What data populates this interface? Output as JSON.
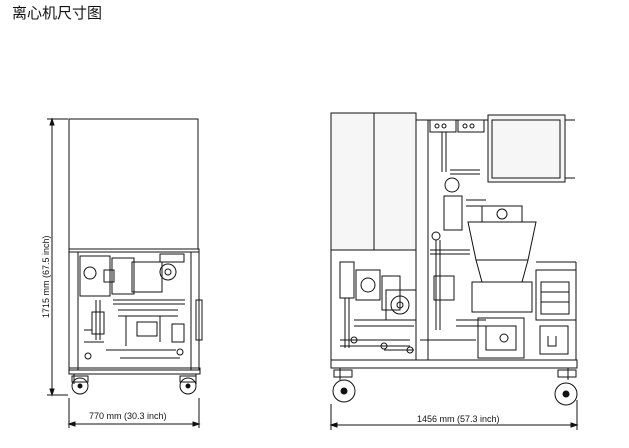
{
  "title": "离心机尺寸图",
  "dimensions": {
    "height_label": "1715 mm (67.5 inch)",
    "depth_label": "770 mm (30.3 inch)",
    "width_label": "1456 mm (57.3 inch)"
  },
  "colors": {
    "line": "#111111",
    "background": "#ffffff",
    "panel": "#f6f6f6"
  }
}
